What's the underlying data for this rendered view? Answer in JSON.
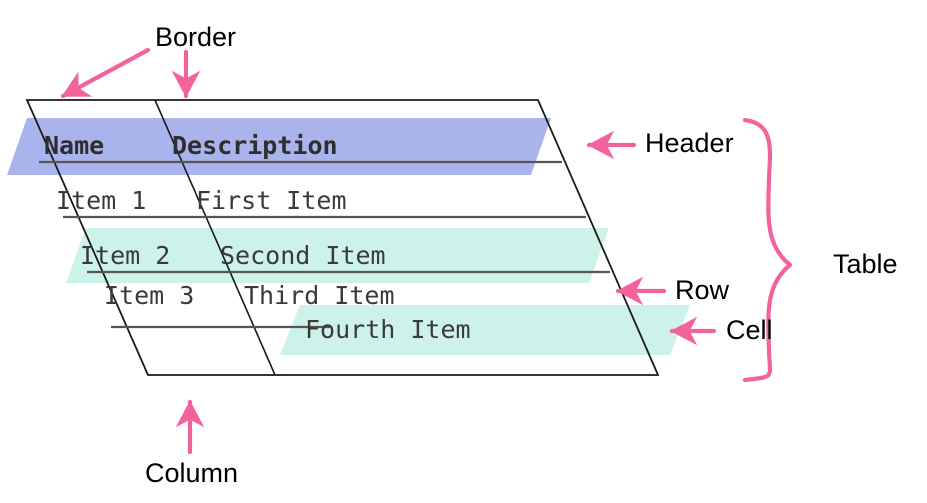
{
  "diagram": {
    "title_concept": "HTML table anatomy",
    "colors": {
      "header_band": "#A9B4EC",
      "row_band": "#CCF2EA",
      "arrow_pink": "#F2639D",
      "table_border": "#1a1a1a",
      "row_rule": "#555555",
      "label_text": "#000000",
      "cell_text": "#3a3a3a",
      "background": "#ffffff"
    }
  },
  "table": {
    "columns": [
      {
        "key": "name",
        "header": "Name"
      },
      {
        "key": "description",
        "header": "Description"
      }
    ],
    "header_row": {
      "name": "Name",
      "description": "Description"
    },
    "rows": [
      {
        "name": "Item 1",
        "description": "First Item"
      },
      {
        "name": "Item 2",
        "description": "Second Item"
      },
      {
        "name": "Item 3",
        "description": "Third Item"
      }
    ],
    "floating_cell": {
      "text": "Fourth Item"
    }
  },
  "annotations": [
    {
      "id": "border",
      "label": "Border"
    },
    {
      "id": "header",
      "label": "Header"
    },
    {
      "id": "table",
      "label": "Table"
    },
    {
      "id": "row",
      "label": "Row"
    },
    {
      "id": "cell",
      "label": "Cell"
    },
    {
      "id": "column",
      "label": "Column"
    }
  ],
  "labels": {
    "border": "Border",
    "header": "Header",
    "table": "Table",
    "row": "Row",
    "cell": "Cell",
    "column": "Column"
  }
}
